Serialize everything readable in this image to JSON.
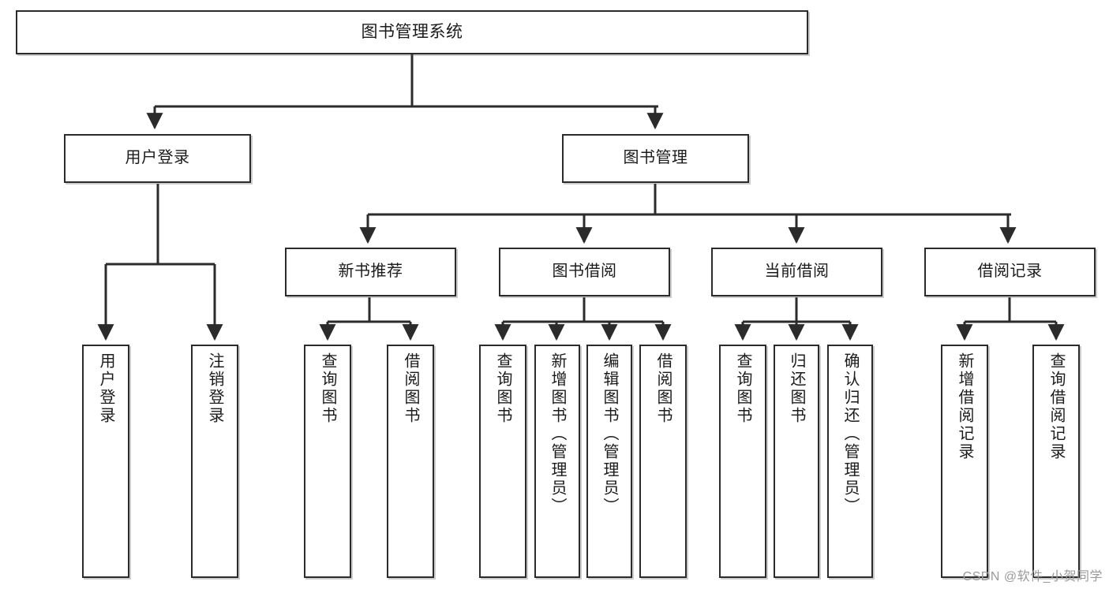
{
  "diagram": {
    "title": "图书管理系统",
    "type": "hierarchy-tree",
    "colors": {
      "background": "#ffffff",
      "node_border": "#2b2b2b",
      "node_fill": "#ffffff",
      "edge": "#2b2b2b",
      "text": "#1b1b1b",
      "watermark": "#9a9a9a"
    },
    "root": {
      "label": "图书管理系统"
    },
    "level2": [
      {
        "label": "用户登录"
      },
      {
        "label": "图书管理"
      }
    ],
    "level3": [
      {
        "label": "新书推荐"
      },
      {
        "label": "图书借阅"
      },
      {
        "label": "当前借阅"
      },
      {
        "label": "借阅记录"
      }
    ],
    "leaves": {
      "user_login": [
        {
          "label": "用户登录"
        },
        {
          "label": "注销登录"
        }
      ],
      "new_book_recommend": [
        {
          "label": "查询图书"
        },
        {
          "label": "借阅图书"
        }
      ],
      "book_borrow": [
        {
          "label": "查询图书"
        },
        {
          "label": "新增图书（管理员）"
        },
        {
          "label": "编辑图书（管理员）"
        },
        {
          "label": "借阅图书"
        }
      ],
      "current_borrow": [
        {
          "label": "查询图书"
        },
        {
          "label": "归还图书"
        },
        {
          "label": "确认归还（管理员）"
        }
      ],
      "borrow_record": [
        {
          "label": "新增借阅记录"
        },
        {
          "label": "查询借阅记录"
        }
      ]
    }
  },
  "watermark": {
    "text": "CSDN @软件_小贺同学"
  }
}
